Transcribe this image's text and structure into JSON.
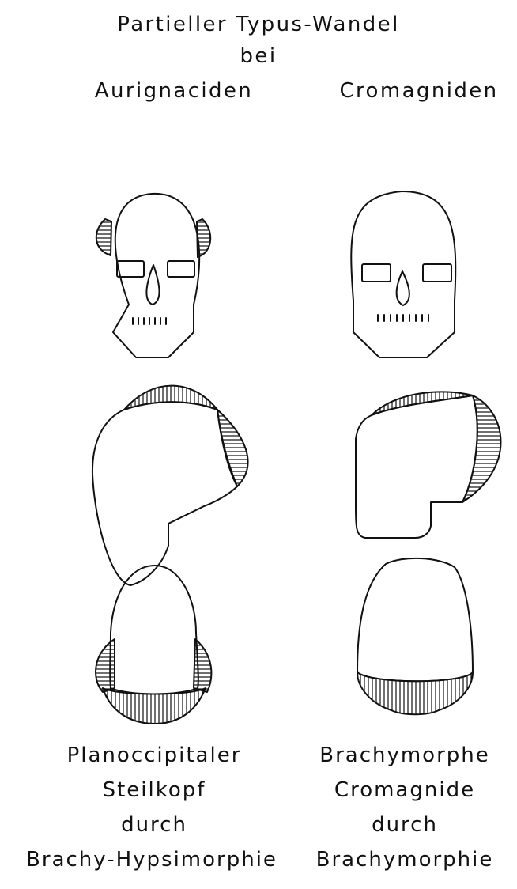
{
  "title": {
    "line1": "Partieller Typus-Wandel",
    "line2": "bei"
  },
  "columns": {
    "left": {
      "header": "Aurignaciden",
      "caption": [
        "Planoccipitaler",
        "Steilkopf",
        "durch",
        "Brachy-Hypsimorphie"
      ]
    },
    "right": {
      "header": "Cromagniden",
      "caption": [
        "Brachymorphe",
        "Cromagnide",
        "durch",
        "Brachymorphie"
      ]
    }
  }
}
